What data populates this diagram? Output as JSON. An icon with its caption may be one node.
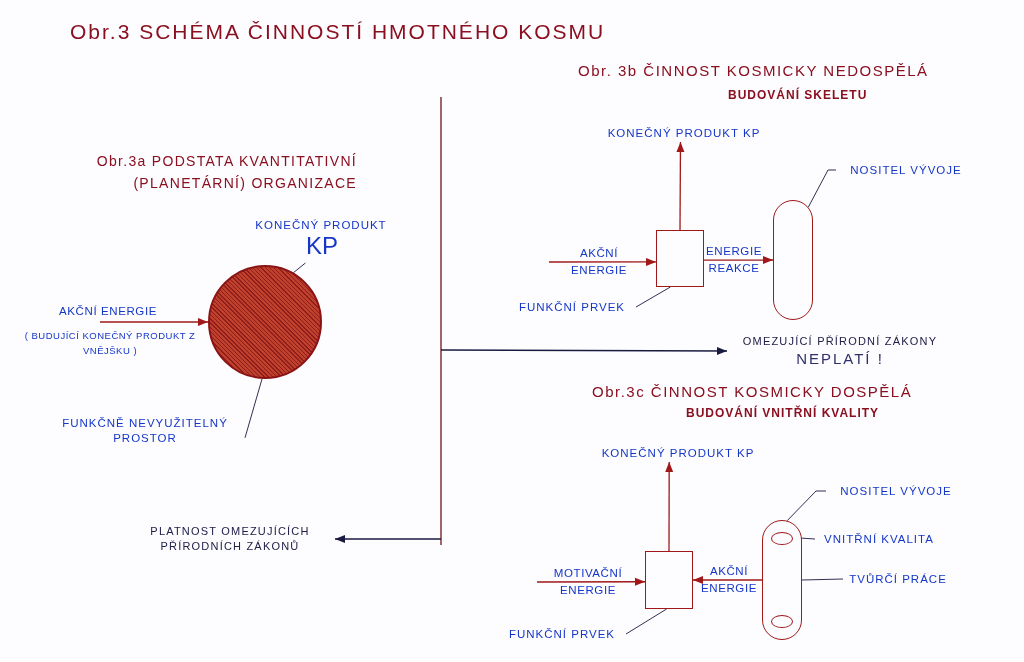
{
  "diagram": {
    "title": "Obr.3 SCHÉMA ČINNOSTÍ HMOTNÉHO KOSMU",
    "nodes": [
      {
        "text": [],
        "shape": "circle"
      },
      {
        "text": [
          "KONEČNÝ PRODUKT",
          "KP"
        ]
      },
      {
        "text": [
          "FUNKČNĚ NEVYUŽITELNÝ PROSTOR"
        ]
      },
      {
        "text": [],
        "shape": "box"
      },
      {
        "text": [
          "FUNKČNÍ PRVEK"
        ]
      },
      {
        "text": [
          "KONEČNÝ PRODUKT KP"
        ]
      },
      {
        "text": [],
        "shape": "capsule"
      },
      {
        "text": [
          "NOSITEL VÝVOJE"
        ]
      },
      {
        "text": [
          "OMEZUJÍCÍ PŘÍRODNÍ ZÁKONY",
          "NEPLATÍ !"
        ]
      },
      {
        "text": [
          "PLATNOST OMEZUJÍCÍCH PŘÍRODNÍCH ZÁKONŮ"
        ]
      },
      {
        "text": [],
        "shape": "box"
      },
      {
        "text": [
          "FUNKČNÍ PRVEK"
        ]
      },
      {
        "text": [
          "KONEČNÝ PRODUKT KP"
        ]
      },
      {
        "text": [],
        "shape": "capsule"
      },
      {
        "text": [],
        "shape": "ellipse",
        "in": 13
      },
      {
        "text": [],
        "shape": "ellipse",
        "in": 13
      },
      {
        "text": [
          "NOSITEL VÝVOJE"
        ]
      },
      {
        "text": [
          "VNITŘNÍ KVALITA"
        ]
      },
      {
        "text": [
          "TVŮRČÍ PRÁCE"
        ]
      }
    ],
    "edges": [
      {
        "from": null,
        "to": 0,
        "arrow": "to",
        "label": "AKČNÍ ENERGIE",
        "color": "#a01818"
      },
      {
        "from": 1,
        "to": 0,
        "arrow": "none"
      },
      {
        "from": 2,
        "to": 0,
        "arrow": "none"
      },
      {
        "from": 3,
        "to": 5,
        "arrow": "to",
        "color": "#a01818"
      },
      {
        "from": null,
        "to": 3,
        "arrow": "to",
        "label": "AKČNÍ ENERGIE",
        "color": "#a01818"
      },
      {
        "from": 3,
        "to": 6,
        "arrow": "to",
        "label": "ENERGIE REAKCE",
        "color": "#a01818"
      },
      {
        "from": 7,
        "to": 6,
        "arrow": "none"
      },
      {
        "from": 4,
        "to": 3,
        "arrow": "none"
      },
      {
        "from": null,
        "to": 8,
        "arrow": "to"
      },
      {
        "from": null,
        "to": 9,
        "arrow": "to"
      },
      {
        "from": 10,
        "to": 12,
        "arrow": "to",
        "color": "#a01818"
      },
      {
        "from": null,
        "to": 10,
        "arrow": "to",
        "label": "MOTIVAČNÍ ENERGIE",
        "color": "#a01818"
      },
      {
        "from": 13,
        "to": 10,
        "arrow": "to",
        "label": "AKČNÍ ENERGIE",
        "color": "#a01818"
      },
      {
        "from": 16,
        "to": 13,
        "arrow": "none"
      },
      {
        "from": 17,
        "to": 14,
        "arrow": "none"
      },
      {
        "from": 18,
        "to": 13,
        "arrow": "none"
      },
      {
        "from": 11,
        "to": 10,
        "arrow": "none"
      }
    ],
    "labels": [
      "Obr.3a PODSTATA KVANTITATIVNÍ (PLANETÁRNÍ) ORGANIZACE",
      "( BUDUJÍCÍ KONEČNÝ PRODUKT Z VNĚJŠKU )",
      "Obr. 3b ČINNOST KOSMICKY NEDOSPĚLÁ",
      "BUDOVÁNÍ SKELETU",
      "Obr.3c ČINNOST KOSMICKY DOSPĚLÁ",
      "BUDOVÁNÍ VNITŘNÍ KVALITY"
    ]
  }
}
